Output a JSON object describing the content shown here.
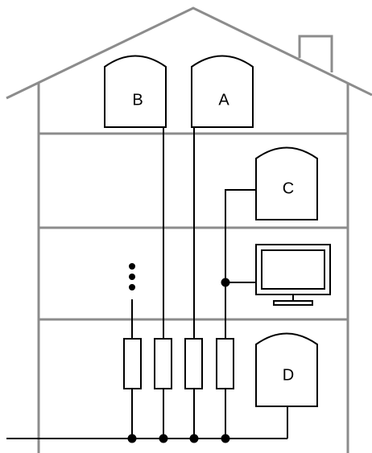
{
  "labels": {
    "B": "B",
    "A": "A",
    "C": "C",
    "D": "D"
  },
  "colors": {
    "house": "#8c8c8c",
    "wire": "#000000",
    "background": "#ffffff"
  }
}
